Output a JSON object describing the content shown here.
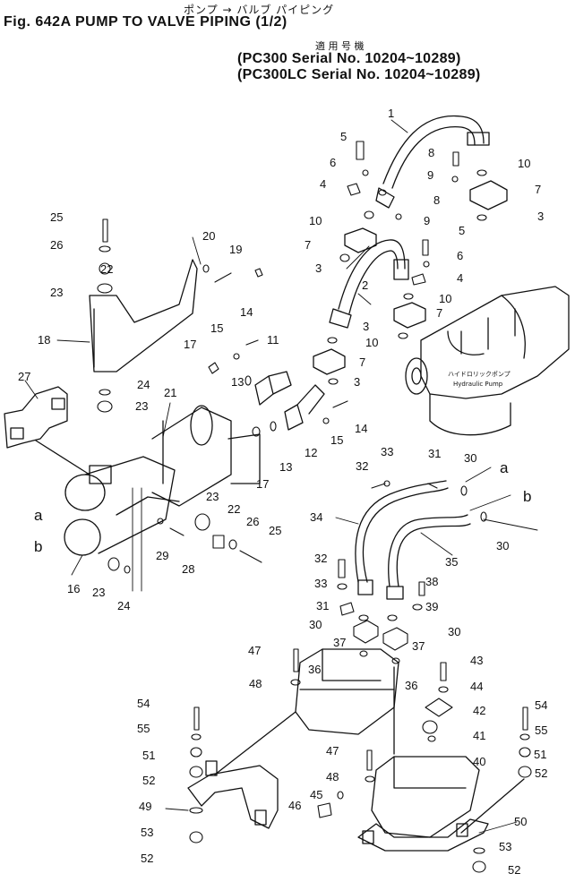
{
  "header": {
    "japanese_title": "ポンプ → バルブ パイピング",
    "figure_title": "Fig. 642A PUMP TO VALVE PIPING (1/2)",
    "applicable_models_label": "適 用 号 機",
    "serials": [
      "(PC300    Serial No. 10204~10289)",
      "(PC300LC Serial No. 10204~10289)"
    ]
  },
  "pump_label": {
    "japanese": "ハイドロリックポンプ",
    "english": "Hydraulic Pump"
  },
  "callouts": [
    {
      "id": "c1",
      "text": "1"
    },
    {
      "id": "c2",
      "text": "2"
    },
    {
      "id": "c3a",
      "text": "3"
    },
    {
      "id": "c3b",
      "text": "3"
    },
    {
      "id": "c3c",
      "text": "3"
    },
    {
      "id": "c3d",
      "text": "3"
    },
    {
      "id": "c4a",
      "text": "4"
    },
    {
      "id": "c4b",
      "text": "4"
    },
    {
      "id": "c5a",
      "text": "5"
    },
    {
      "id": "c5b",
      "text": "5"
    },
    {
      "id": "c6a",
      "text": "6"
    },
    {
      "id": "c6b",
      "text": "6"
    },
    {
      "id": "c7a",
      "text": "7"
    },
    {
      "id": "c7b",
      "text": "7"
    },
    {
      "id": "c7c",
      "text": "7"
    },
    {
      "id": "c7d",
      "text": "7"
    },
    {
      "id": "c8a",
      "text": "8"
    },
    {
      "id": "c8b",
      "text": "8"
    },
    {
      "id": "c9a",
      "text": "9"
    },
    {
      "id": "c9b",
      "text": "9"
    },
    {
      "id": "c10a",
      "text": "10"
    },
    {
      "id": "c10b",
      "text": "10"
    },
    {
      "id": "c10c",
      "text": "10"
    },
    {
      "id": "c10d",
      "text": "10"
    },
    {
      "id": "c11",
      "text": "11"
    },
    {
      "id": "c12",
      "text": "12"
    },
    {
      "id": "c13a",
      "text": "13"
    },
    {
      "id": "c13b",
      "text": "13"
    },
    {
      "id": "c14a",
      "text": "14"
    },
    {
      "id": "c14b",
      "text": "14"
    },
    {
      "id": "c15a",
      "text": "15"
    },
    {
      "id": "c15b",
      "text": "15"
    },
    {
      "id": "c16",
      "text": "16"
    },
    {
      "id": "c17a",
      "text": "17"
    },
    {
      "id": "c17b",
      "text": "17"
    },
    {
      "id": "c18",
      "text": "18"
    },
    {
      "id": "c19",
      "text": "19"
    },
    {
      "id": "c20",
      "text": "20"
    },
    {
      "id": "c21",
      "text": "21"
    },
    {
      "id": "c22a",
      "text": "22"
    },
    {
      "id": "c22b",
      "text": "22"
    },
    {
      "id": "c23a",
      "text": "23"
    },
    {
      "id": "c23b",
      "text": "23"
    },
    {
      "id": "c23c",
      "text": "23"
    },
    {
      "id": "c23d",
      "text": "23"
    },
    {
      "id": "c24a",
      "text": "24"
    },
    {
      "id": "c24b",
      "text": "24"
    },
    {
      "id": "c25a",
      "text": "25"
    },
    {
      "id": "c25b",
      "text": "25"
    },
    {
      "id": "c26a",
      "text": "26"
    },
    {
      "id": "c26b",
      "text": "26"
    },
    {
      "id": "c27",
      "text": "27"
    },
    {
      "id": "c28",
      "text": "28"
    },
    {
      "id": "c29",
      "text": "29"
    },
    {
      "id": "c30a",
      "text": "30"
    },
    {
      "id": "c30b",
      "text": "30"
    },
    {
      "id": "c30c",
      "text": "30"
    },
    {
      "id": "c30d",
      "text": "30"
    },
    {
      "id": "c31a",
      "text": "31"
    },
    {
      "id": "c31b",
      "text": "31"
    },
    {
      "id": "c32a",
      "text": "32"
    },
    {
      "id": "c32b",
      "text": "32"
    },
    {
      "id": "c33a",
      "text": "33"
    },
    {
      "id": "c33b",
      "text": "33"
    },
    {
      "id": "c34",
      "text": "34"
    },
    {
      "id": "c35",
      "text": "35"
    },
    {
      "id": "c36a",
      "text": "36"
    },
    {
      "id": "c36b",
      "text": "36"
    },
    {
      "id": "c37a",
      "text": "37"
    },
    {
      "id": "c37b",
      "text": "37"
    },
    {
      "id": "c38",
      "text": "38"
    },
    {
      "id": "c39",
      "text": "39"
    },
    {
      "id": "c40",
      "text": "40"
    },
    {
      "id": "c41",
      "text": "41"
    },
    {
      "id": "c42",
      "text": "42"
    },
    {
      "id": "c43",
      "text": "43"
    },
    {
      "id": "c44",
      "text": "44"
    },
    {
      "id": "c45",
      "text": "45"
    },
    {
      "id": "c46",
      "text": "46"
    },
    {
      "id": "c47a",
      "text": "47"
    },
    {
      "id": "c47b",
      "text": "47"
    },
    {
      "id": "c48a",
      "text": "48"
    },
    {
      "id": "c48b",
      "text": "48"
    },
    {
      "id": "c49",
      "text": "49"
    },
    {
      "id": "c50",
      "text": "50"
    },
    {
      "id": "c51a",
      "text": "51"
    },
    {
      "id": "c51b",
      "text": "51"
    },
    {
      "id": "c52a",
      "text": "52"
    },
    {
      "id": "c52b",
      "text": "52"
    },
    {
      "id": "c52c",
      "text": "52"
    },
    {
      "id": "c52d",
      "text": "52"
    },
    {
      "id": "c53a",
      "text": "53"
    },
    {
      "id": "c53b",
      "text": "53"
    },
    {
      "id": "c54a",
      "text": "54"
    },
    {
      "id": "c54b",
      "text": "54"
    },
    {
      "id": "c55a",
      "text": "55"
    },
    {
      "id": "c55b",
      "text": "55"
    },
    {
      "id": "la1",
      "text": "a"
    },
    {
      "id": "lb1",
      "text": "b"
    },
    {
      "id": "la2",
      "text": "a"
    },
    {
      "id": "lb2",
      "text": "b"
    }
  ]
}
